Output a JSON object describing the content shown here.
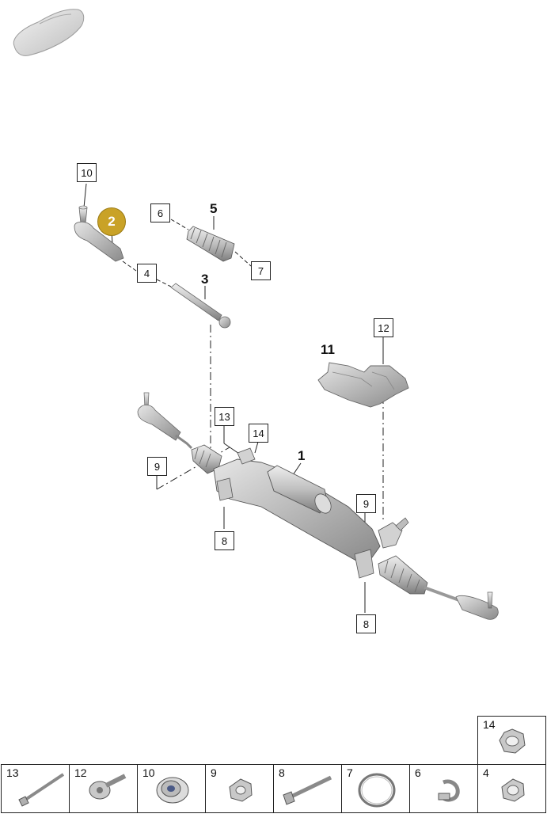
{
  "diagram": {
    "callouts": {
      "part_10_top": "10",
      "part_6": "6",
      "part_7": "7",
      "part_4": "4",
      "part_12": "12",
      "part_13": "13",
      "part_14": "14",
      "part_9_left": "9",
      "part_8_left": "8",
      "part_9_right": "9",
      "part_8_right": "8"
    },
    "bold_labels": {
      "item_5": "5",
      "item_3": "3",
      "item_11": "11",
      "item_1": "1"
    },
    "highlighted_part": "2"
  },
  "parts_table": {
    "item_14": "14",
    "row": [
      "13",
      "12",
      "10",
      "9",
      "8",
      "7",
      "6",
      "4"
    ]
  },
  "colors": {
    "highlight": "#c9a227",
    "metal_light": "#d8d8d8",
    "metal_dark": "#8e8e8e"
  }
}
